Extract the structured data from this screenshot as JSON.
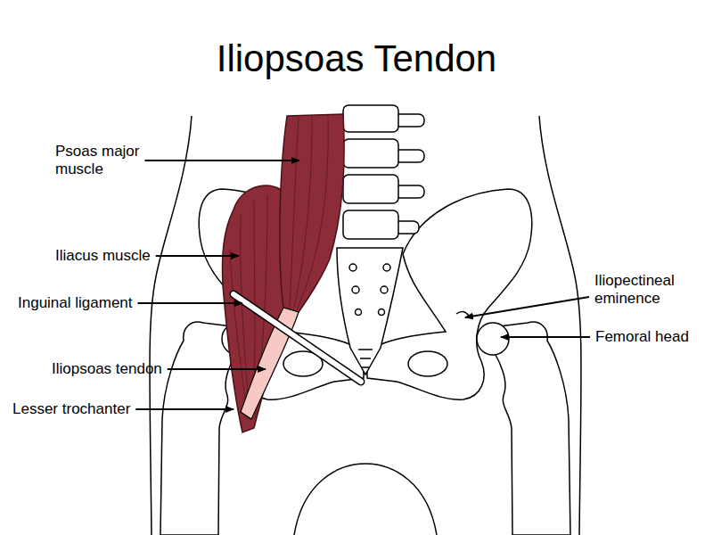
{
  "diagram": {
    "title": "Iliopsoas Tendon",
    "labels": [
      "Psoas major muscle",
      "Iliacus muscle",
      "Inguinal ligament",
      "Iliopsoas tendon",
      "Lesser trochanter",
      "Iliopectineal eminence",
      "Femoral head"
    ]
  }
}
